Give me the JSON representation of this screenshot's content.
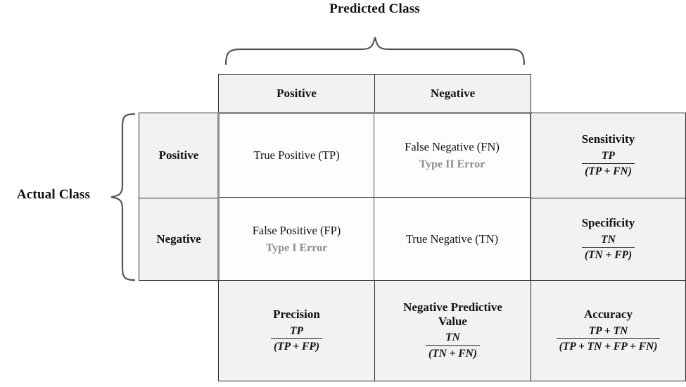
{
  "diagram": {
    "top_axis_title": "Predicted Class",
    "left_axis_title": "Actual Class",
    "column_headers": [
      "Positive",
      "Negative"
    ],
    "row_headers": [
      "Positive",
      "Negative"
    ]
  },
  "quadrant": {
    "true_positive": {
      "label": "True Positive (TP)",
      "error": ""
    },
    "false_negative": {
      "label": "False Negative (FN)",
      "error": "Type II Error"
    },
    "false_positive": {
      "label": "False Positive (FP)",
      "error": "Type I Error"
    },
    "true_negative": {
      "label": "True Negative (TN)",
      "error": ""
    }
  },
  "metrics": {
    "sensitivity": {
      "title": "Sensitivity",
      "numerator": "TP",
      "denominator": "(TP + FN)"
    },
    "specificity": {
      "title": "Specificity",
      "numerator": "TN",
      "denominator": "(TN + FP)"
    },
    "precision": {
      "title": "Precision",
      "numerator": "TP",
      "denominator": "(TP + FP)"
    },
    "negative_predictive_value": {
      "title_line1": "Negative Predictive",
      "title_line2": "Value",
      "numerator": "TN",
      "denominator": "(TN + FN)"
    },
    "accuracy": {
      "title": "Accuracy",
      "numerator": "TP + TN",
      "denominator": "(TP + TN + FP + FN)"
    }
  },
  "colors": {
    "header_fill": "#f2f2f2",
    "cell_fill": "#fdfdfd",
    "border": "#2b2b2b",
    "quadrant_border": "#8c8c8c",
    "error_text": "#8d8d8d",
    "text": "#111111"
  }
}
